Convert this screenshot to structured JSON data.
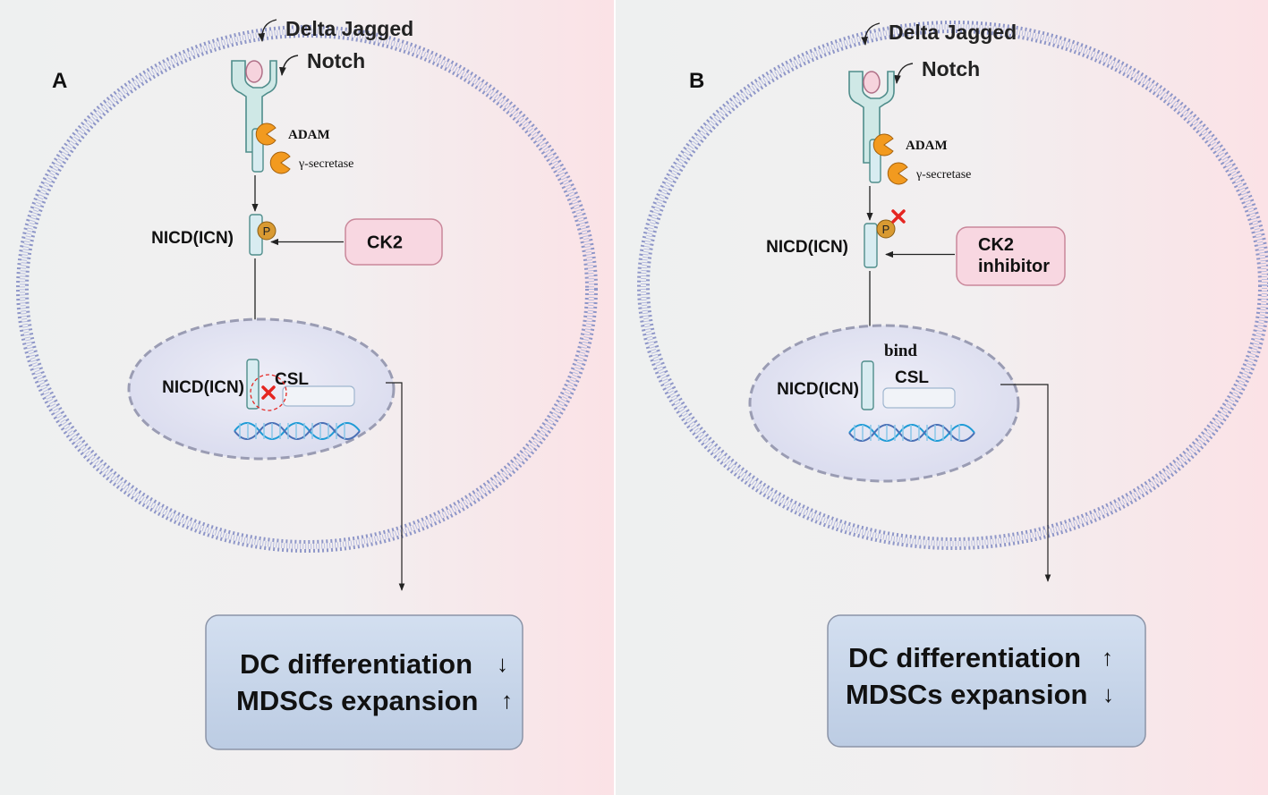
{
  "panels": [
    {
      "id": "A",
      "label": "A",
      "ligand": "Delta Jagged",
      "receptor": "Notch",
      "enzyme1": "ADAM",
      "enzyme2": "γ-secretase",
      "nicd_cytoplasm": "NICD(ICN)",
      "phospho": "P",
      "phospho_blocked": false,
      "kinase_lines": [
        "CK2"
      ],
      "nicd_nucleus": "NICD(ICN)",
      "csl": "CSL",
      "bind_label": "",
      "binding_blocked": true,
      "outcome": [
        {
          "text": "DC differentiation",
          "arrow": "↓"
        },
        {
          "text": "MDSCs expansion",
          "arrow": "↑"
        }
      ]
    },
    {
      "id": "B",
      "label": "B",
      "ligand": "Delta Jagged",
      "receptor": "Notch",
      "enzyme1": "ADAM",
      "enzyme2": "γ-secretase",
      "nicd_cytoplasm": "NICD(ICN)",
      "phospho": "P",
      "phospho_blocked": true,
      "kinase_lines": [
        "CK2",
        "inhibitor"
      ],
      "nicd_nucleus": "NICD(ICN)",
      "csl": "CSL",
      "bind_label": "bind",
      "binding_blocked": false,
      "outcome": [
        {
          "text": "DC differentiation",
          "arrow": "↑"
        },
        {
          "text": "MDSCs expansion",
          "arrow": "↓"
        }
      ]
    }
  ],
  "colors": {
    "bg_gray": "#eef0f0",
    "bg_pink": "#fbe3e7",
    "membrane": "#8e96c8",
    "nucleus_fill": "#e2e3f1",
    "nucleus_stroke": "#9a9cb3",
    "receptor_fill": "#cfe8e6",
    "receptor_stroke": "#4f8d8b",
    "nicd_fill": "#d8ecf1",
    "ligand_fill": "#f6d3dd",
    "enzyme": "#f29a1f",
    "phospho": "#d99a32",
    "kinase_fill": "#f8d7e1",
    "kinase_stroke": "#c9879a",
    "outcome_fill": "#c9d7ea",
    "outcome_stroke": "#8b94a7",
    "cross": "#e52521",
    "dna": "#1f9bd6"
  }
}
